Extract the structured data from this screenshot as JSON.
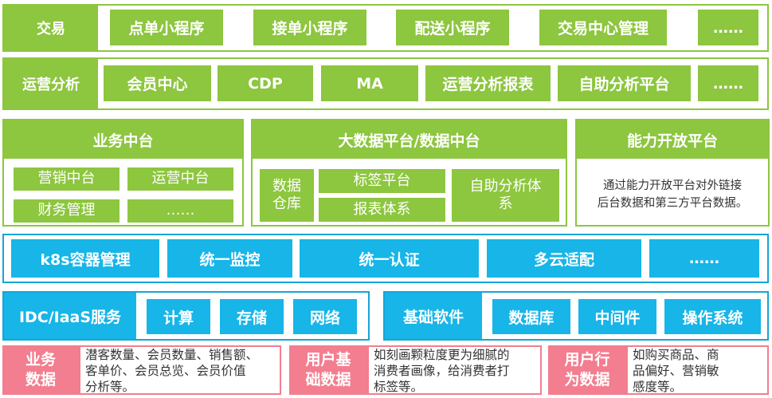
{
  "colors": {
    "green": "#8dc63f",
    "blue": "#17b5e8",
    "pink": "#f27e8f"
  },
  "row1": {
    "label": "交易",
    "items": [
      "点单小程序",
      "接单小程序",
      "配送小程序",
      "交易中心管理",
      "……"
    ]
  },
  "row2": {
    "label": "运营分析",
    "items": [
      "会员中心",
      "CDP",
      "MA",
      "运营分析报表",
      "自助分析平台",
      "……"
    ]
  },
  "middle": {
    "business": {
      "title": "业务中台",
      "items": [
        "营销中台",
        "运营中台",
        "财务管理",
        "……"
      ]
    },
    "bigdata": {
      "title": "大数据平台/数据中台",
      "warehouse": "数据\n仓库",
      "tag": "标签平台",
      "report": "报表体系",
      "selfservice": "自助分析体\n系"
    },
    "capability": {
      "title": "能力开放平台",
      "desc": "通过能力开放平台对外链接\n后台数据和第三方平台数据。"
    }
  },
  "container_row": {
    "items": [
      "k8s容器管理",
      "统一监控",
      "统一认证",
      "多云适配",
      "……"
    ]
  },
  "infra": {
    "left_label": "IDC/IaaS服务",
    "left_items": [
      "计算",
      "存储",
      "网络"
    ],
    "right_label": "基础软件",
    "right_items": [
      "数据库",
      "中间件",
      "操作系统"
    ]
  },
  "data_row": [
    {
      "label": "业务\n数据",
      "desc": "潜客数量、会员数量、销售额、\n客单价、会员总览、会员价值\n分析等。"
    },
    {
      "label": "用户基\n础数据",
      "desc": "如刻画颗粒度更为细腻的\n消费者画像，给消费者打\n标签等。"
    },
    {
      "label": "用户行\n为数据",
      "desc": "如购买商品、商\n品偏好、营销敏\n感度等。"
    }
  ]
}
